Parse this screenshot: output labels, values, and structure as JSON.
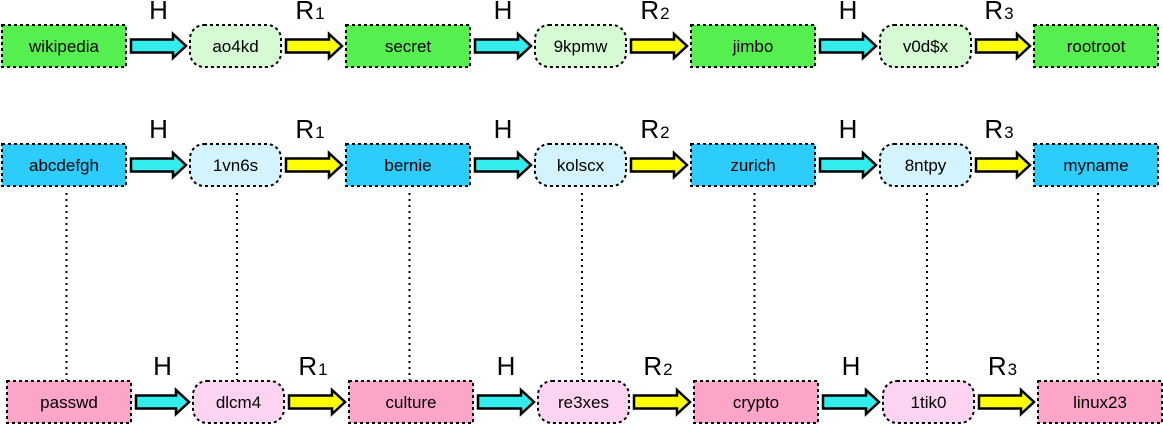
{
  "chains": [
    {
      "id": "green",
      "colors": {
        "rect_fill": "#55ef4f",
        "pill_fill": "#d6fbd4"
      },
      "items": [
        "wikipedia",
        "ao4kd",
        "secret",
        "9kpmw",
        "jimbo",
        "v0d$x",
        "rootroot"
      ],
      "ops": [
        "H",
        "R1",
        "H",
        "R2",
        "H",
        "R3"
      ]
    },
    {
      "id": "blue",
      "colors": {
        "rect_fill": "#2ccdfa",
        "pill_fill": "#d3f4fd"
      },
      "items": [
        "abcdefgh",
        "1vn6s",
        "bernie",
        "kolscx",
        "zurich",
        "8ntpy",
        "myname"
      ],
      "ops": [
        "H",
        "R1",
        "H",
        "R2",
        "H",
        "R3"
      ]
    },
    {
      "id": "pink",
      "colors": {
        "rect_fill": "#fca5c8",
        "pill_fill": "#fdd3f2"
      },
      "items": [
        "passwd",
        "dlcm4",
        "culture",
        "re3xes",
        "crypto",
        "1tik0",
        "linux23"
      ],
      "ops": [
        "H",
        "R1",
        "H",
        "R2",
        "H",
        "R3"
      ]
    }
  ],
  "op_labels": {
    "H": {
      "letter": "H",
      "sub": ""
    },
    "R1": {
      "letter": "R",
      "sub": "1"
    },
    "R2": {
      "letter": "R",
      "sub": "2"
    },
    "R3": {
      "letter": "R",
      "sub": "3"
    }
  },
  "colors": {
    "hash_arrow": "#33ecec",
    "reduce_arrow": "#ffff00",
    "outline": "#000000"
  },
  "connectors": {
    "between": [
      "blue",
      "pink"
    ],
    "style": "dotted"
  }
}
